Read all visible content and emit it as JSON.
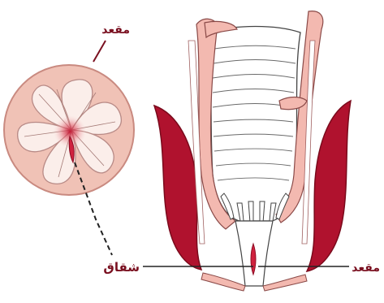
{
  "labels": {
    "top_left": "مقعد",
    "fissure": "شقاق",
    "right": "مقعد"
  },
  "colors": {
    "muscle": "#b0122e",
    "muscle_dark": "#8e0d24",
    "wall": "#f3b9b0",
    "mucosa_line": "#555555",
    "inset_ring": "#f0c2b6",
    "inset_core": "#fbeeea",
    "fissure_red": "#d0213e",
    "label": "#7a1020"
  }
}
